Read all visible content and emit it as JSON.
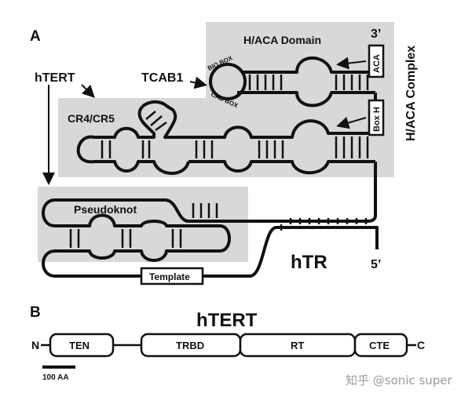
{
  "panel_a": {
    "label": "A",
    "domain_label": "H/ACA Domain",
    "complex_label": "H/ACA Complex",
    "three_prime": "3’",
    "five_prime": "5’",
    "aca_box": "ACA",
    "boxh": "Box H",
    "htert": "hTERT",
    "tcab1": "TCAB1",
    "cr4cr5": "CR4/CR5",
    "bio_box": "BIO BOX",
    "cab_box": "CAB BOX",
    "pseudoknot": "Pseudoknot",
    "template": "Template",
    "htr": "hTR"
  },
  "panel_b": {
    "label": "B",
    "title": "hTERT",
    "n_term": "N",
    "c_term": "C",
    "domains": [
      "TEN",
      "TRBD",
      "RT",
      "CTE"
    ],
    "scale_bar": "100 AA"
  },
  "watermark": "知乎 @sonic super"
}
